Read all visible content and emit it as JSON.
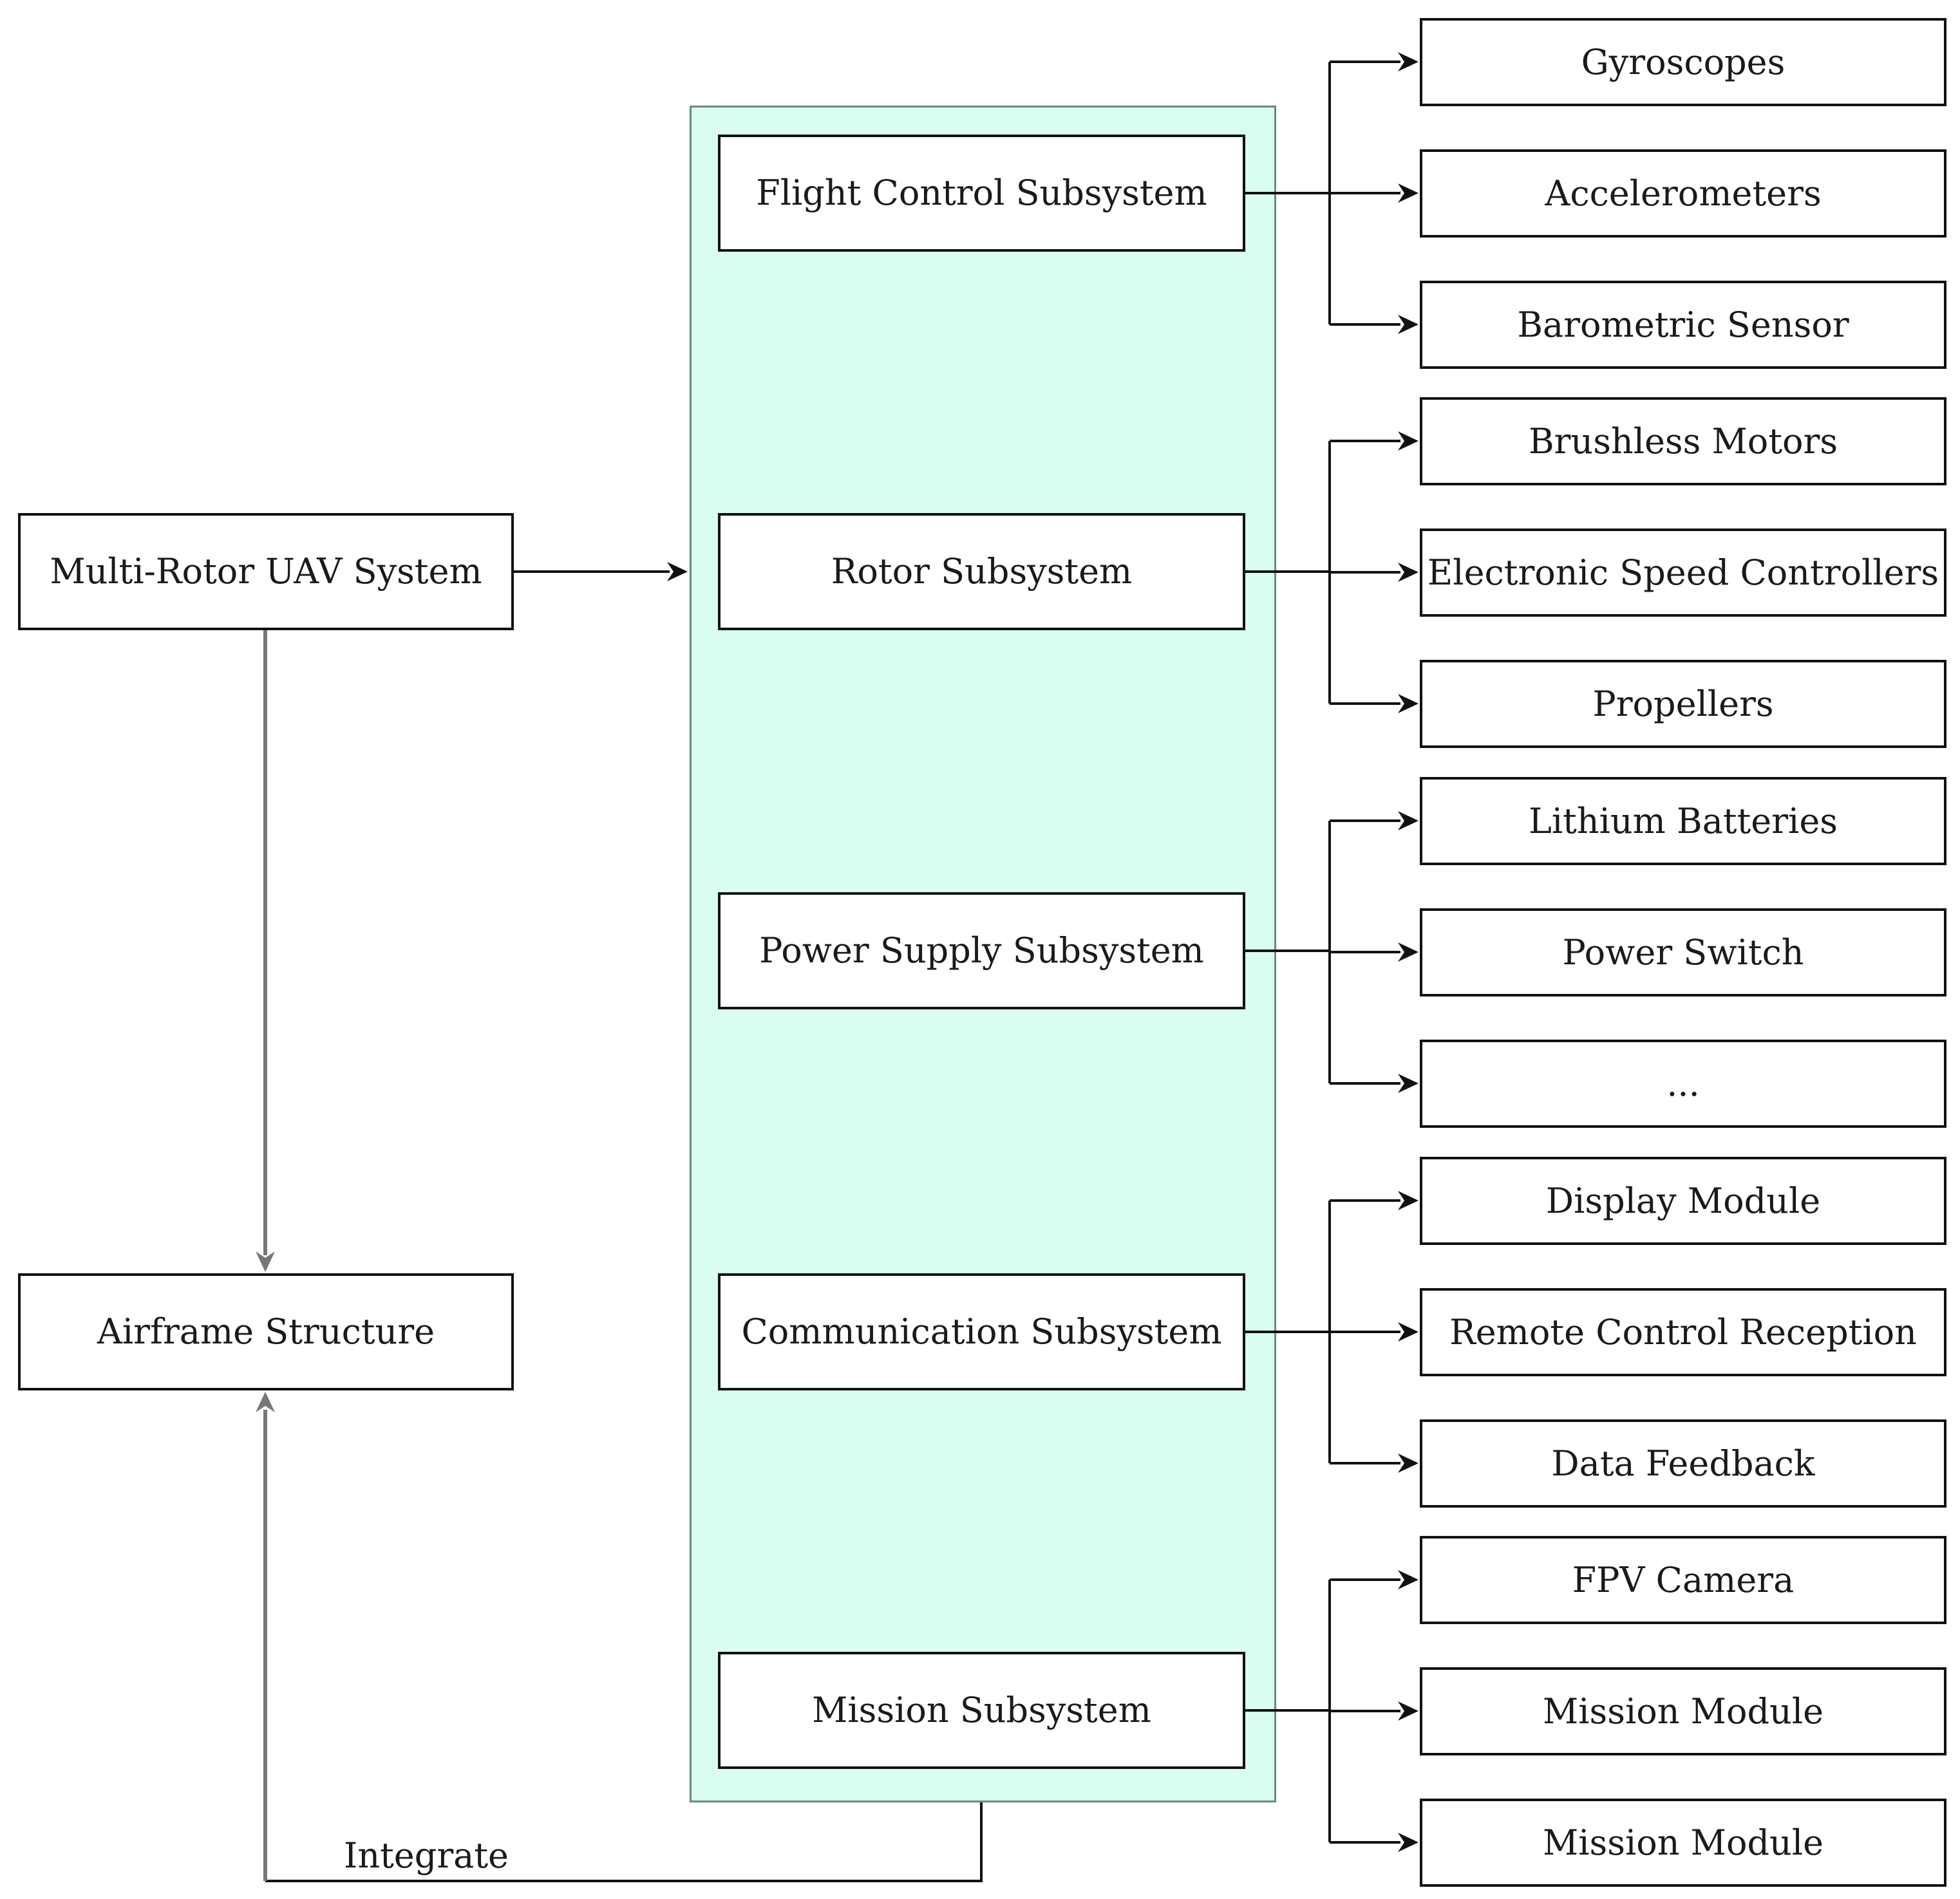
{
  "colors": {
    "panel_fill": "#d9fdef",
    "panel_border": "#6a8a80",
    "box_border": "#111111",
    "arrow_black": "#111111",
    "arrow_gray": "#777777"
  },
  "root": {
    "label": "Multi-Rotor UAV System"
  },
  "airframe": {
    "label": "Airframe Structure"
  },
  "integrate_label": "Integrate",
  "subsystems": [
    {
      "label": "Flight Control Subsystem"
    },
    {
      "label": "Rotor Subsystem"
    },
    {
      "label": "Power Supply Subsystem"
    },
    {
      "label": "Communication Subsystem"
    },
    {
      "label": "Mission Subsystem"
    }
  ],
  "components": [
    [
      "Gyroscopes",
      "Accelerometers",
      "Barometric Sensor"
    ],
    [
      "Brushless Motors",
      "Electronic Speed Controllers",
      "Propellers"
    ],
    [
      "Lithium Batteries",
      "Power Switch",
      "..."
    ],
    [
      "Display Module",
      "Remote Control Reception",
      "Data Feedback"
    ],
    [
      "FPV Camera",
      "Mission Module",
      "Mission Module"
    ]
  ]
}
